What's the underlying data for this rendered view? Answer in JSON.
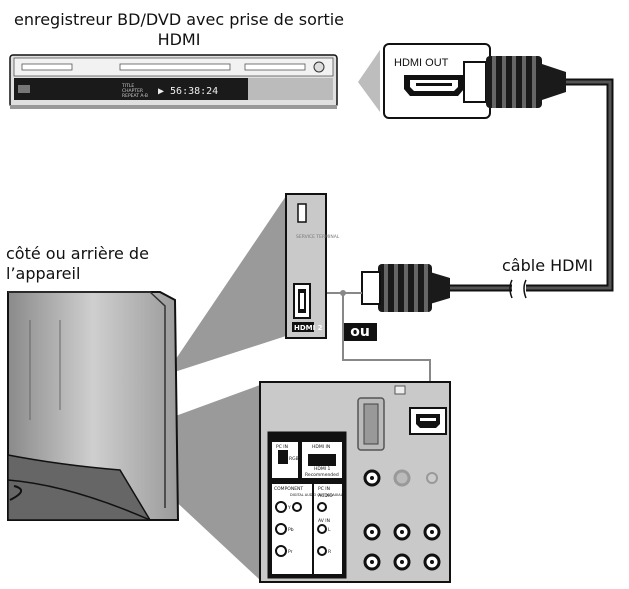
{
  "labels": {
    "device_title": "enregistreur BD/DVD avec prise de sortie HDMI",
    "tv_side": "côté ou arrière de l’appareil",
    "cable": "câble HDMI",
    "or": "ou"
  },
  "recorder": {
    "display_rows": [
      "TITLE",
      "CHAPTER",
      "REPEAT A-B"
    ],
    "display_time": "▶ 56:38:24"
  },
  "ports": {
    "hdmi_out": "HDMI OUT",
    "hdmi_side": "HDMI 2",
    "service": "SERVICE TERMINAL",
    "pc_in": "PC IN",
    "rgb": "RGB",
    "hdmi_in_1": "HDMI IN",
    "hdmi_1": "HDMI 1",
    "recommended": "Recommended",
    "component": "COMPONENT",
    "digital_audio": "DIGITAL AUDIO OUT (COAXIAL)",
    "pc_in_audio": "PC IN",
    "audio": "AUDIO",
    "av_in": "AV IN",
    "y": "Y",
    "pb": "Pb",
    "pr": "Pr",
    "l": "L",
    "r": "R"
  },
  "colors": {
    "panel": "#c9c9c9",
    "dark": "#111111",
    "line": "#888888",
    "cable": "#444444"
  }
}
